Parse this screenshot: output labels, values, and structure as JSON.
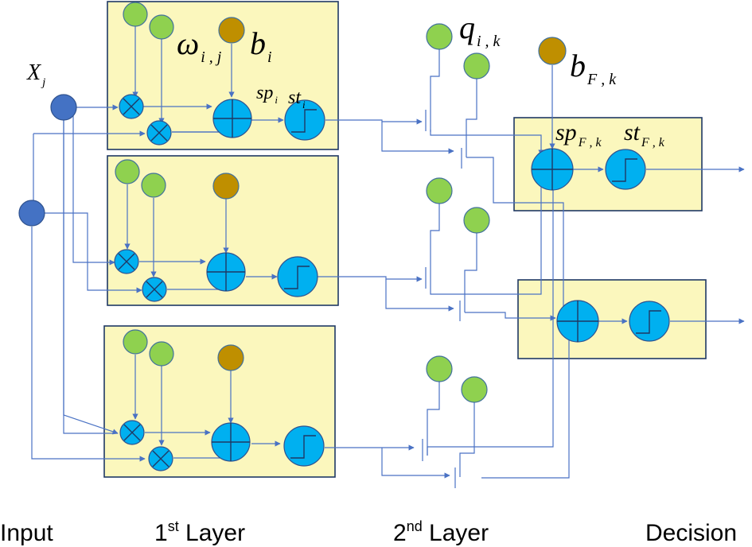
{
  "labels": {
    "x": {
      "base": "X",
      "sub": "j"
    },
    "omega": {
      "base": "ω",
      "sub": "i , j"
    },
    "b": {
      "base": "b",
      "sub": "i"
    },
    "sp": {
      "base": "sp",
      "sub": "i"
    },
    "st": {
      "base": "st",
      "sub": "i"
    },
    "q": {
      "base": "q",
      "sub": "i , k"
    },
    "bf": {
      "base": "b",
      "sub": "F , k"
    },
    "spf": {
      "base": "sp",
      "sub": "F , k"
    },
    "stf": {
      "base": "st",
      "sub": "F , k"
    }
  },
  "footer": {
    "input": "Input",
    "layer1_num": "1",
    "layer1_sup": "st",
    "layer1_text": " Layer",
    "layer2_num": "2",
    "layer2_sup": "nd",
    "layer2_text": " Layer",
    "decision": "Decision"
  },
  "colors": {
    "box_fill": "#fbf7bd",
    "input_node": "#4472c4",
    "weight_node": "#8fd14f",
    "bias_node": "#bf8f00",
    "operator_node": "#00b0f0",
    "wire": "#4a72c4"
  },
  "icons": [
    "multiply-icon",
    "sum-icon",
    "step-function-icon",
    "switch-icon",
    "arrow-right-icon"
  ]
}
